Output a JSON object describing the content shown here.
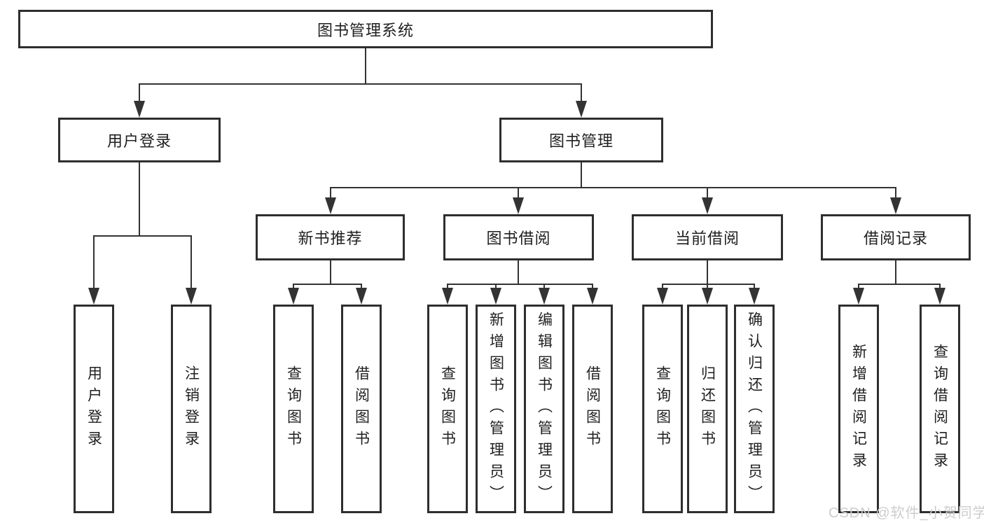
{
  "tree": {
    "root": "图书管理系统",
    "branches": [
      {
        "label": "用户登录",
        "children": [
          "用户登录",
          "注销登录"
        ]
      },
      {
        "label": "图书管理",
        "sections": [
          {
            "label": "新书推荐",
            "children": [
              "查询图书",
              "借阅图书"
            ]
          },
          {
            "label": "图书借阅",
            "children": [
              "查询图书",
              "新增图书（管理员）",
              "编辑图书（管理员）",
              "借阅图书"
            ]
          },
          {
            "label": "当前借阅",
            "children": [
              "查询图书",
              "归还图书",
              "确认归还（管理员）"
            ]
          },
          {
            "label": "借阅记录",
            "children": [
              "新增借阅记录",
              "查询借阅记录"
            ]
          }
        ]
      }
    ]
  },
  "watermark": "CSDN @软件_小贺同学",
  "colors": {
    "background": "#ffffff",
    "box_border": "#2e2e2e",
    "connector": "#333333",
    "text": "#1f1f1f",
    "watermark": "#cdcdcd"
  }
}
